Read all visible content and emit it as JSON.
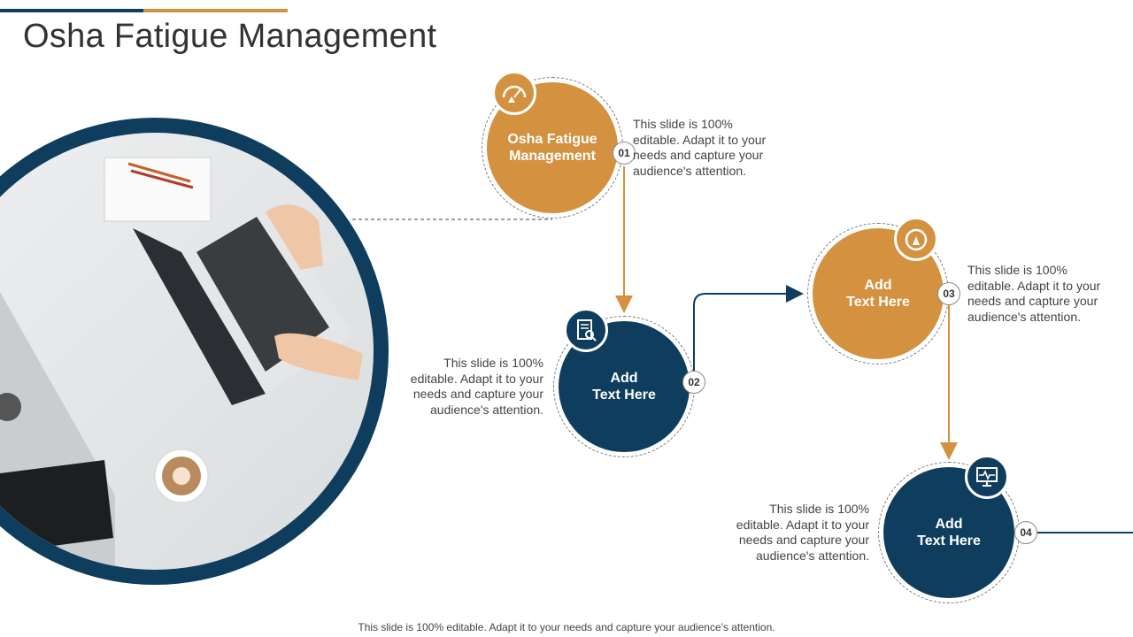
{
  "colors": {
    "navy": "#0f3d5e",
    "gold": "#d4913f",
    "dashed": "#444444"
  },
  "title": "Osha Fatigue Management",
  "steps": [
    {
      "number": "01",
      "label": "Osha Fatigue\nManagement",
      "color": "#d4913f",
      "icon": "speedometer-warning-icon",
      "description": "This slide is 100% editable. Adapt it to your needs and capture your audience's attention."
    },
    {
      "number": "02",
      "label": "Add\nText Here",
      "color": "#0f3d5e",
      "icon": "document-search-icon",
      "description": "This slide is 100% editable. Adapt it to your needs and capture your audience's attention."
    },
    {
      "number": "03",
      "label": "Add\nText Here",
      "color": "#d4913f",
      "icon": "gauge-warning-icon",
      "description": "This slide is 100% editable. Adapt it to your needs and capture your audience's attention."
    },
    {
      "number": "04",
      "label": "Add\nText Here",
      "color": "#0f3d5e",
      "icon": "monitor-heartbeat-icon",
      "description": "This slide is 100% editable. Adapt it to your needs and capture your audience's attention."
    }
  ],
  "footer": "This slide is 100% editable. Adapt it to your needs and capture your audience's attention."
}
